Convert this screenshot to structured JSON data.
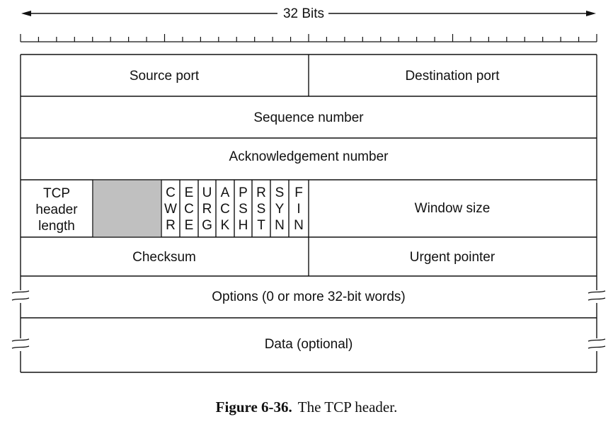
{
  "header": {
    "width_label": "32 Bits"
  },
  "fields": {
    "source_port": "Source port",
    "destination_port": "Destination port",
    "sequence_number": "Sequence number",
    "acknowledgement_number": "Acknowledgement number",
    "tcp_header_length": [
      "TCP",
      "header",
      "length"
    ],
    "flags": [
      [
        "C",
        "W",
        "R"
      ],
      [
        "E",
        "C",
        "E"
      ],
      [
        "U",
        "R",
        "G"
      ],
      [
        "A",
        "C",
        "K"
      ],
      [
        "P",
        "S",
        "H"
      ],
      [
        "R",
        "S",
        "T"
      ],
      [
        "S",
        "Y",
        "N"
      ],
      [
        "F",
        "I",
        "N"
      ]
    ],
    "window_size": "Window size",
    "checksum": "Checksum",
    "urgent_pointer": "Urgent pointer",
    "options": "Options (0 or more 32-bit words)",
    "data": "Data (optional)"
  },
  "caption": {
    "label": "Figure 6-36.",
    "text": "The TCP header."
  },
  "colors": {
    "reserved_fill": "#c0c0c0",
    "line": "#111111"
  }
}
